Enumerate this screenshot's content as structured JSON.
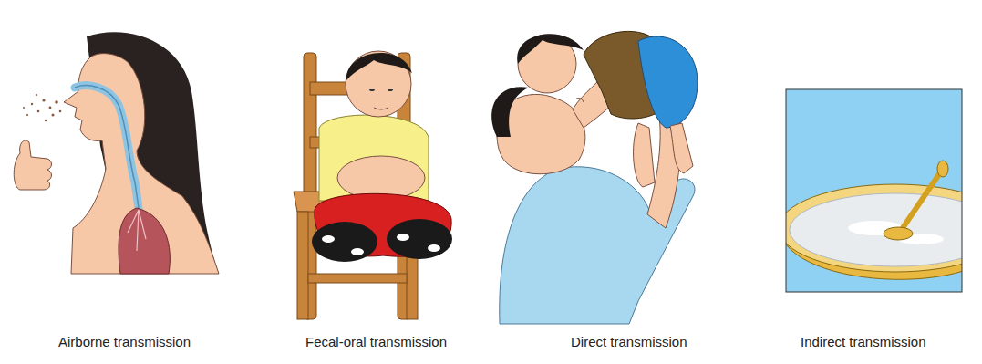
{
  "diagram": {
    "labels": [
      "Airborne transmission",
      "Fecal-oral transmission",
      "Direct transmission",
      "Indirect transmission"
    ]
  }
}
